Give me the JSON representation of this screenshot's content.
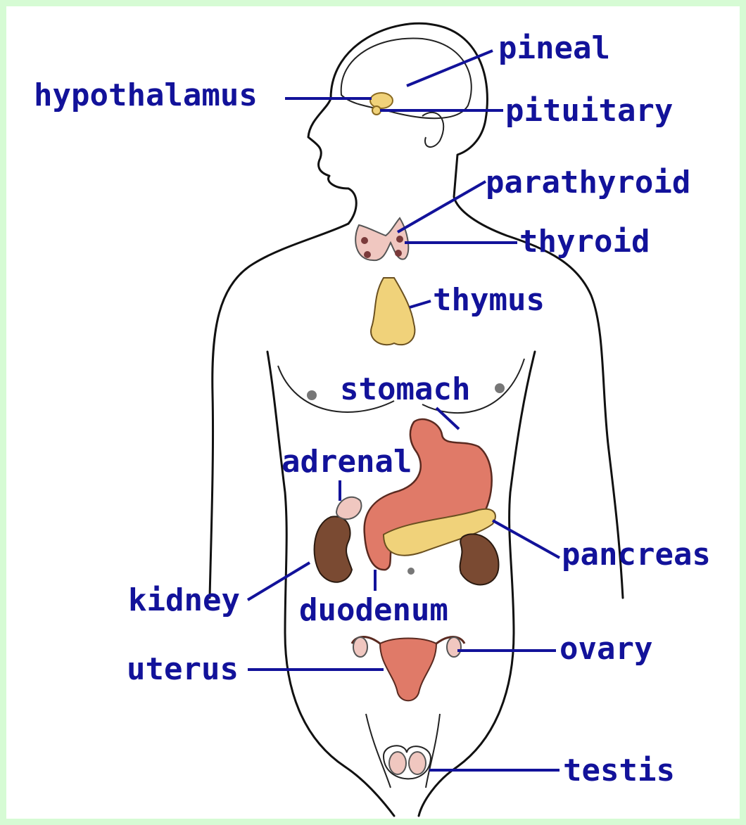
{
  "labels": {
    "pineal": "pineal",
    "hypothalamus": "hypothalamus",
    "pituitary": "pituitary",
    "parathyroid": "parathyroid",
    "thyroid": "thyroid",
    "thymus": "thymus",
    "stomach": "stomach",
    "adrenal": "adrenal",
    "pancreas": "pancreas",
    "kidney": "kidney",
    "duodenum": "duodenum",
    "ovary": "ovary",
    "uterus": "uterus",
    "testis": "testis"
  },
  "colors": {
    "background": "#d6fbd4",
    "label": "#12129a",
    "stomach": "#e07a68",
    "kidney": "#7a4a32",
    "gland_yellow": "#f0d27a",
    "thyroid_pink": "#f0c7c0"
  }
}
